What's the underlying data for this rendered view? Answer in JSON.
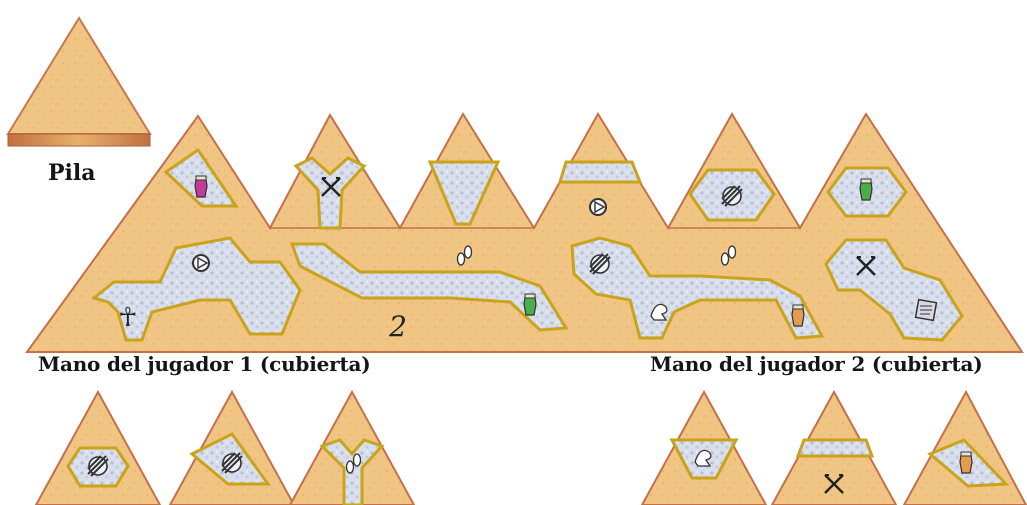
{
  "labels": {
    "pile": "Pila",
    "player1_hand": "Mano del jugador 1 (cubierta)",
    "player2_hand": "Mano del jugador 2 (cubierta)",
    "route_number": "2"
  },
  "icons": {
    "ankh": "ankh-icon",
    "cross": "crossed-tools-icon",
    "ring": "sun-disc-icon",
    "hatch": "crossed-staves-icon",
    "feet": "footprints-icon",
    "sandals": "sandals-icon",
    "urn": "canopic-jar-icon",
    "bird": "vulture-icon",
    "scroll": "papyrus-icon"
  },
  "colors": {
    "sand": "#efc380",
    "sand_dark": "#d8a25e",
    "border": "#c4704a",
    "path_fill": "#d6dbea",
    "path_edge": "#6e7388",
    "path_outline": "#c9a41b",
    "urn_magenta": "#c23b9b",
    "urn_green": "#4cae4a",
    "urn_orange": "#e49b4e"
  }
}
